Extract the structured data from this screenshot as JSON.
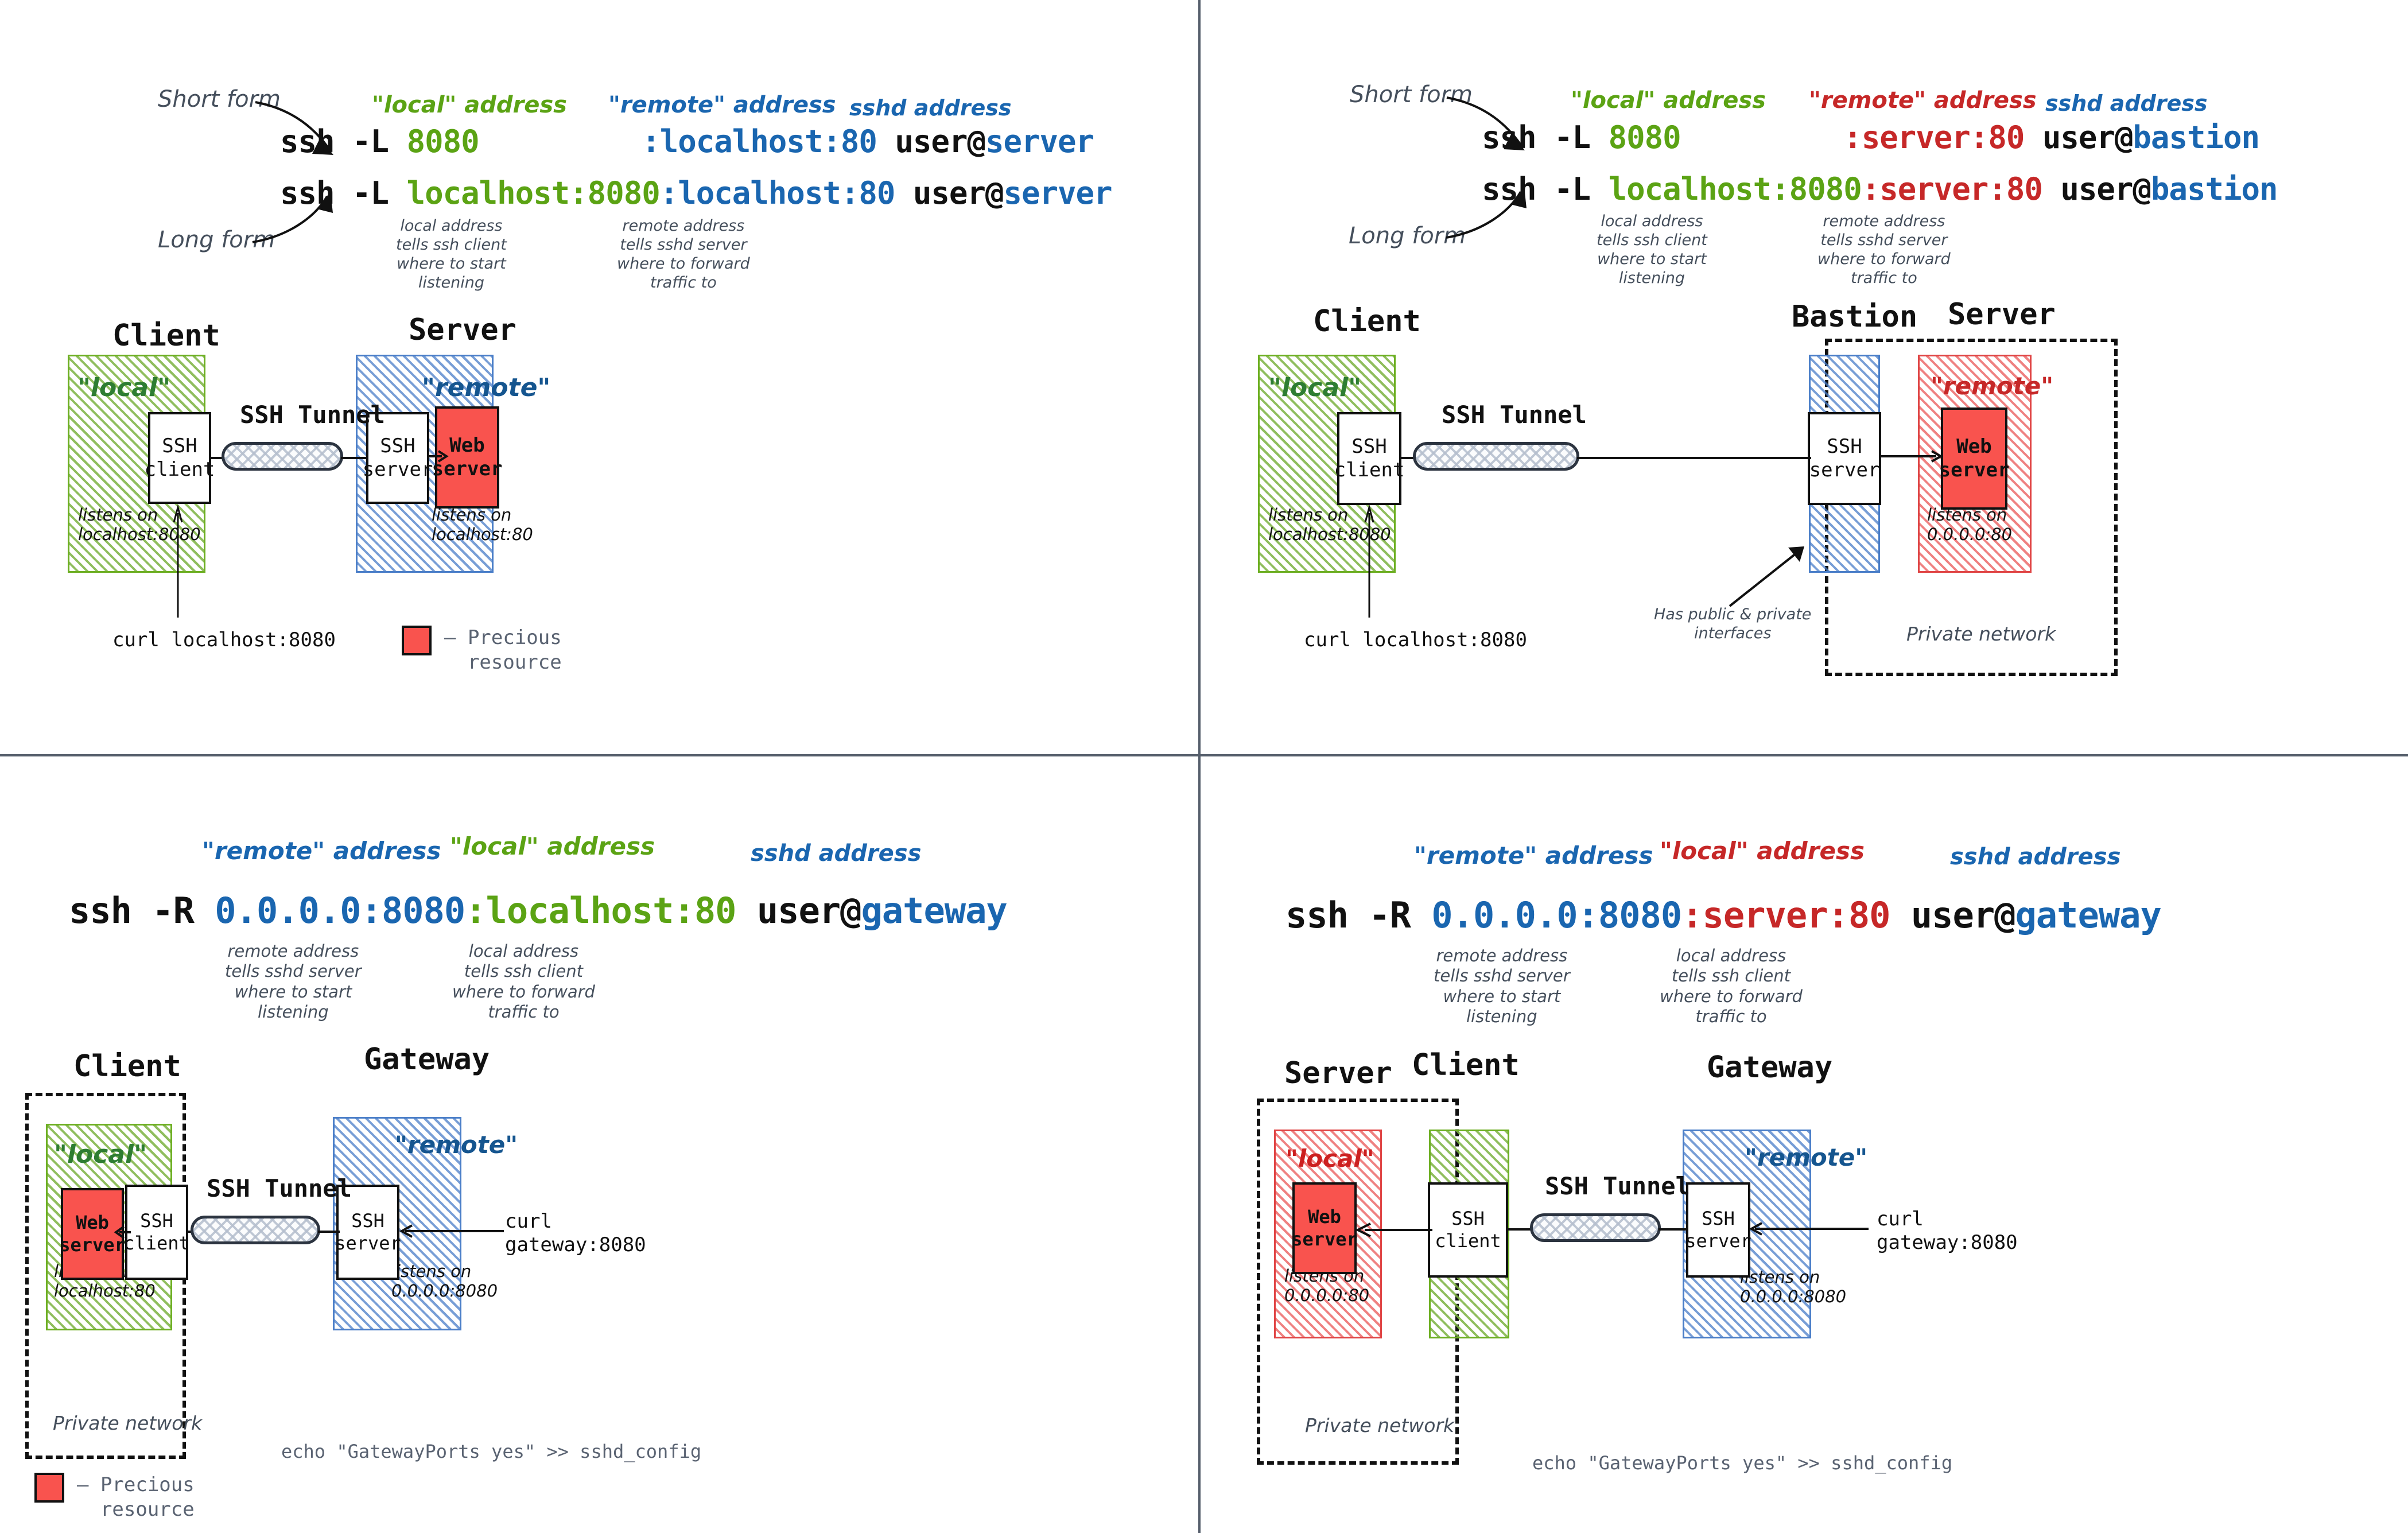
{
  "colors": {
    "green": "#5BA314",
    "green_dark": "#2E7D32",
    "blue": "#1A66B0",
    "red": "#C62828",
    "slate": "#454F5C",
    "precious": "#F9534E"
  },
  "common": {
    "short_form": "Short form",
    "long_form": "Long form",
    "local_address_label": "\"local\" address",
    "remote_address_label": "\"remote\" address",
    "sshd_address_label": "sshd address",
    "local_note": "local address\ntells ssh client\nwhere to start\nlistening",
    "remote_note": "remote address\ntells sshd server\nwhere to forward\ntraffic to",
    "local_note_fwd": "local address\ntells ssh client\nwhere to forward\ntraffic to",
    "remote_note_listen": "remote address\ntells sshd server\nwhere to start\nlistening",
    "ssh_tunnel": "SSH Tunnel",
    "ssh_client": "SSH\nclient",
    "ssh_server": "SSH\nserver",
    "web_server": "Web\nserver",
    "local_quote": "\"local\"",
    "remote_quote": "\"remote\"",
    "private_network": "Private network",
    "legend_text": "– Precious\n  resource",
    "echo_gatewayports": "echo \"GatewayPorts yes\" >> sshd_config"
  },
  "q1": {
    "short_cmd": [
      {
        "t": "ssh -L ",
        "c": "black"
      },
      {
        "t": "8080",
        "c": "green"
      },
      {
        "t": "         ",
        "c": "black"
      },
      {
        "t": ":localhost:80",
        "c": "blue"
      },
      {
        "t": " user@",
        "c": "black"
      },
      {
        "t": "server",
        "c": "blue"
      }
    ],
    "long_cmd": [
      {
        "t": "ssh -L ",
        "c": "black"
      },
      {
        "t": "localhost:8080",
        "c": "green"
      },
      {
        "t": ":localhost:80",
        "c": "blue"
      },
      {
        "t": " user@",
        "c": "black"
      },
      {
        "t": "server",
        "c": "blue"
      }
    ],
    "local_label_color": "green",
    "remote_label_color": "blue",
    "hosts": {
      "client": "Client",
      "server": "Server"
    },
    "client_listens": "listens on\nlocalhost:8080",
    "server_listens": "listens on\nlocalhost:80",
    "curl": "curl localhost:8080"
  },
  "q2": {
    "short_cmd": [
      {
        "t": "ssh -L ",
        "c": "black"
      },
      {
        "t": "8080",
        "c": "green"
      },
      {
        "t": "         ",
        "c": "black"
      },
      {
        "t": ":server:80",
        "c": "red"
      },
      {
        "t": " user@",
        "c": "black"
      },
      {
        "t": "bastion",
        "c": "blue"
      }
    ],
    "long_cmd": [
      {
        "t": "ssh -L ",
        "c": "black"
      },
      {
        "t": "localhost:8080",
        "c": "green"
      },
      {
        "t": ":server:80",
        "c": "red"
      },
      {
        "t": " user@",
        "c": "black"
      },
      {
        "t": "bastion",
        "c": "blue"
      }
    ],
    "local_label_color": "green",
    "remote_label_color": "red",
    "hosts": {
      "client": "Client",
      "bastion": "Bastion",
      "server": "Server"
    },
    "client_listens": "listens on\nlocalhost:8080",
    "server_listens": "listens on\n0.0.0.0:80",
    "curl": "curl localhost:8080",
    "bastion_note": "Has public & private\ninterfaces"
  },
  "q3": {
    "cmd": [
      {
        "t": "ssh -R ",
        "c": "black"
      },
      {
        "t": "0.0.0.0:8080",
        "c": "blue"
      },
      {
        "t": ":localhost:80",
        "c": "green"
      },
      {
        "t": " user@",
        "c": "black"
      },
      {
        "t": "gateway",
        "c": "blue"
      }
    ],
    "remote_label_color": "blue",
    "local_label_color": "green",
    "hosts": {
      "client": "Client",
      "gateway": "Gateway"
    },
    "client_listens": "listens on\nlocalhost:80",
    "gateway_listens": "listens on\n0.0.0.0:8080",
    "curl": "curl\ngateway:8080"
  },
  "q4": {
    "cmd": [
      {
        "t": "ssh -R ",
        "c": "black"
      },
      {
        "t": "0.0.0.0:8080",
        "c": "blue"
      },
      {
        "t": ":server:80",
        "c": "red"
      },
      {
        "t": " user@",
        "c": "black"
      },
      {
        "t": "gateway",
        "c": "blue"
      }
    ],
    "remote_label_color": "blue",
    "local_label_color": "red",
    "hosts": {
      "server": "Server",
      "client": "Client",
      "gateway": "Gateway"
    },
    "server_listens": "listens on\n0.0.0.0:80",
    "gateway_listens": "listens on\n0.0.0.0:8080",
    "curl": "curl\ngateway:8080"
  }
}
